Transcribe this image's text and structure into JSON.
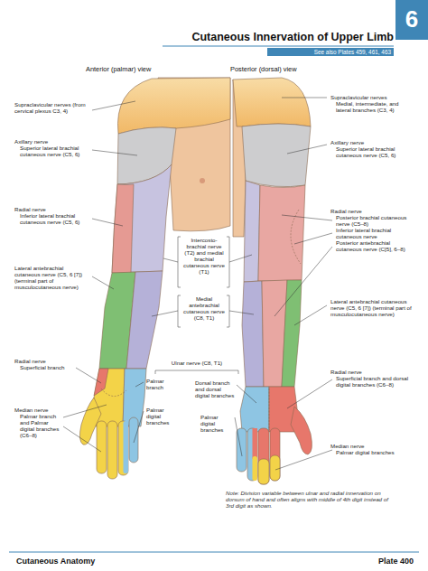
{
  "diagram": {
    "title": "Cutaneous Innervation of Upper Limb",
    "labels": [
      "6",
      "See also Plates 459, 461, 463",
      "Anterior (palmar) view",
      "Posterior (dorsal) view",
      "Supraclavicular nerves (from cervical plexus C3, 4)",
      "Axillary nerve",
      "Superior lateral brachial cutaneous nerve (C5, 6)",
      "Radial nerve",
      "Inferior lateral brachial cutaneous nerve (C5, 6)",
      "Lateral antebrachial cutaneous nerve (C5, 6 [7]) (terminal part of musculocutaneous nerve)",
      "Radial nerve",
      "Superficial branch",
      "Median nerve",
      "Palmar branch and Palmar digital branches (C6–8)",
      "Intercosto-brachial nerve (T2) and medial brachial cutaneous nerve (T1)",
      "Medial antebrachial cutaneous nerve (C8, T1)",
      "Ulnar nerve (C8, T1)",
      "Palmar branch",
      "Palmar digital branches",
      "Dorsal branch and dorsal digital branches",
      "Palmar digital branches",
      "Supraclavicular nerves",
      "Medial, intermediate, and lateral branches (C3, 4)",
      "Axillary nerve",
      "Superior lateral brachial cutaneous nerve (C5, 6)",
      "Radial nerve",
      "Posterior brachial cutaneous nerve (C5–8)",
      "Inferior lateral brachial cutaneous nerve",
      "Posterior antebrachial cutaneous nerve (C[5], 6–8)",
      "Lateral antebrachial cutaneous nerve (C5, 6 [7]) (terminal part of musculocutaneous nerve)",
      "Radial nerve",
      "Superficial branch and dorsal digital branches (C6–8)",
      "Median nerve",
      "Palmar digital branches",
      "Note: Division variable between ulnar and radial innervation on dorsum of hand and often aligns with middle of 4th digit instead of 3rd digit as shown.",
      "Cutaneous Anatomy",
      "Plate 400"
    ]
  }
}
